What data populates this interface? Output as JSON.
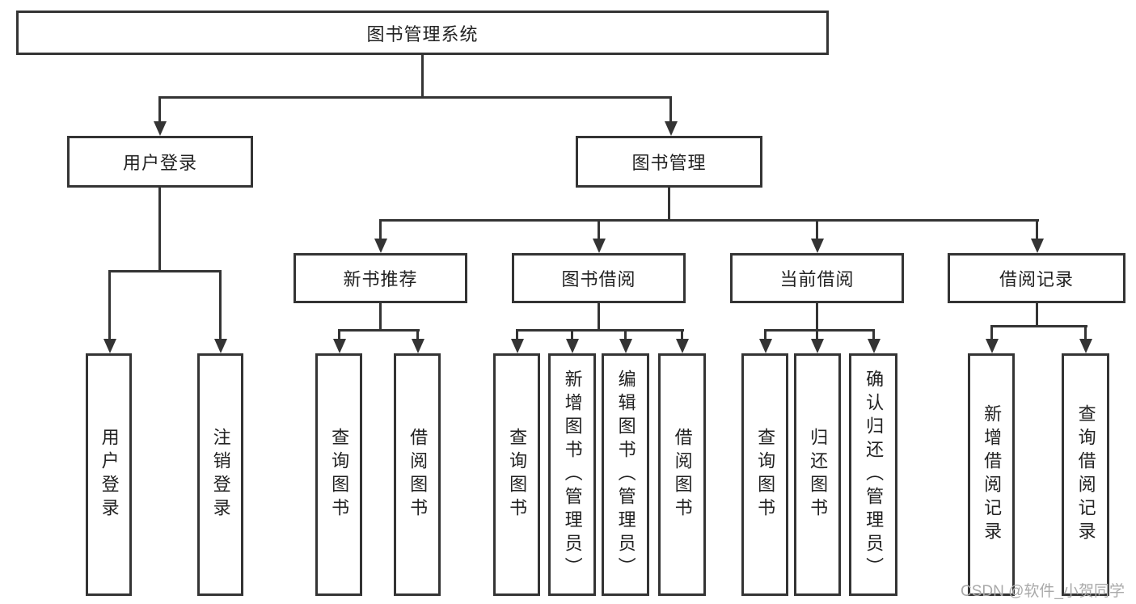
{
  "tree": {
    "root": {
      "label": "图书管理系统",
      "children": [
        {
          "label": "用户登录",
          "children": [
            {
              "label": "用户登录"
            },
            {
              "label": "注销登录"
            }
          ]
        },
        {
          "label": "图书管理",
          "children": [
            {
              "label": "新书推荐",
              "children": [
                {
                  "label": "查询图书"
                },
                {
                  "label": "借阅图书"
                }
              ]
            },
            {
              "label": "图书借阅",
              "children": [
                {
                  "label": "查询图书"
                },
                {
                  "label": "新增图书（管理员）"
                },
                {
                  "label": "编辑图书（管理员）"
                },
                {
                  "label": "借阅图书"
                }
              ]
            },
            {
              "label": "当前借阅",
              "children": [
                {
                  "label": "查询图书"
                },
                {
                  "label": "归还图书"
                },
                {
                  "label": "确认归还（管理员）"
                }
              ]
            },
            {
              "label": "借阅记录",
              "children": [
                {
                  "label": "新增借阅记录"
                },
                {
                  "label": "查询借阅记录"
                }
              ]
            }
          ]
        }
      ]
    }
  },
  "watermark": {
    "text": "CSDN @软件_小贺同学"
  },
  "colors": {
    "line": "#343434",
    "text": "#222222",
    "watermark": "#a9a9a9",
    "background": "#ffffff"
  }
}
